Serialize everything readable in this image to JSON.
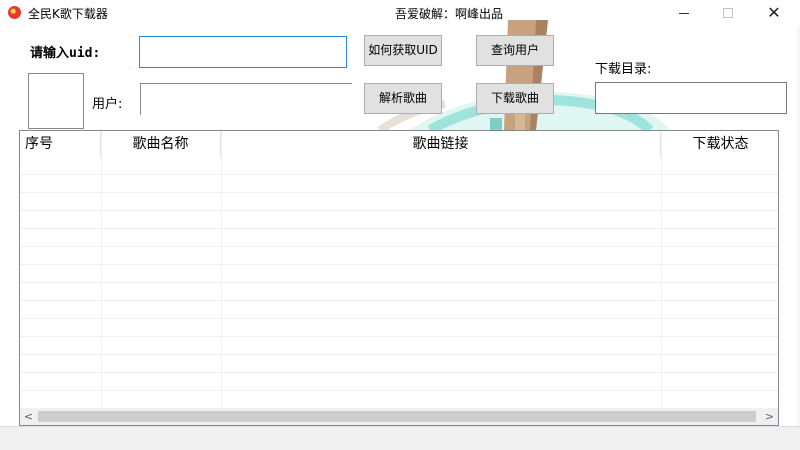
{
  "window": {
    "title": "全民K歌下载器",
    "credit": "吾爱破解：啊峰出品",
    "minimize_glyph": "—",
    "close_glyph": "✕"
  },
  "form": {
    "uid_label": "请输入uid:",
    "uid_value": "",
    "user_label": "用户:",
    "user_value": "",
    "dir_label": "下载目录:",
    "dir_value": ""
  },
  "buttons": {
    "how_to": "如何获取UID",
    "query_user": "查询用户",
    "parse_songs": "解析歌曲",
    "download_songs": "下载歌曲"
  },
  "table": {
    "columns": [
      "序号",
      "歌曲名称",
      "歌曲链接",
      "下载状态"
    ],
    "rows": []
  },
  "scrollbar": {
    "left_arrow": "<",
    "right_arrow": ">"
  }
}
